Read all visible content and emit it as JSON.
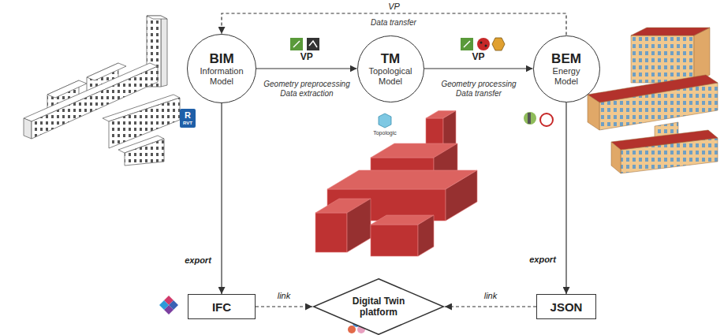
{
  "diagram": {
    "nodes": [
      {
        "text": [
          "BIM",
          "Information Model"
        ]
      },
      {
        "text": [
          "TM",
          "Topological Model"
        ]
      },
      {
        "text": [
          "BEM",
          "Energy Model"
        ]
      },
      {
        "text": [
          "IFC"
        ]
      },
      {
        "text": [
          "Digital Twin platform"
        ]
      },
      {
        "text": [
          "JSON"
        ]
      }
    ],
    "edges": [
      {
        "from": 0,
        "to": 1,
        "arrow": "to",
        "label": "VP"
      },
      {
        "from": 1,
        "to": 2,
        "arrow": "to",
        "label": "VP"
      },
      {
        "from": 2,
        "to": 0,
        "arrow": "to",
        "label": "VP"
      },
      {
        "from": 0,
        "to": 3,
        "arrow": "to",
        "label": "export"
      },
      {
        "from": 2,
        "to": 5,
        "arrow": "to",
        "label": "export"
      },
      {
        "from": 3,
        "to": 4,
        "arrow": "to",
        "label": "link"
      },
      {
        "from": 5,
        "to": 4,
        "arrow": "to",
        "label": "link"
      }
    ],
    "labels": [
      "Data transfer",
      "Geometry preprocessing Data extraction",
      "Geometry processing Data transfer",
      "R",
      "RVT",
      "Topologic"
    ]
  }
}
